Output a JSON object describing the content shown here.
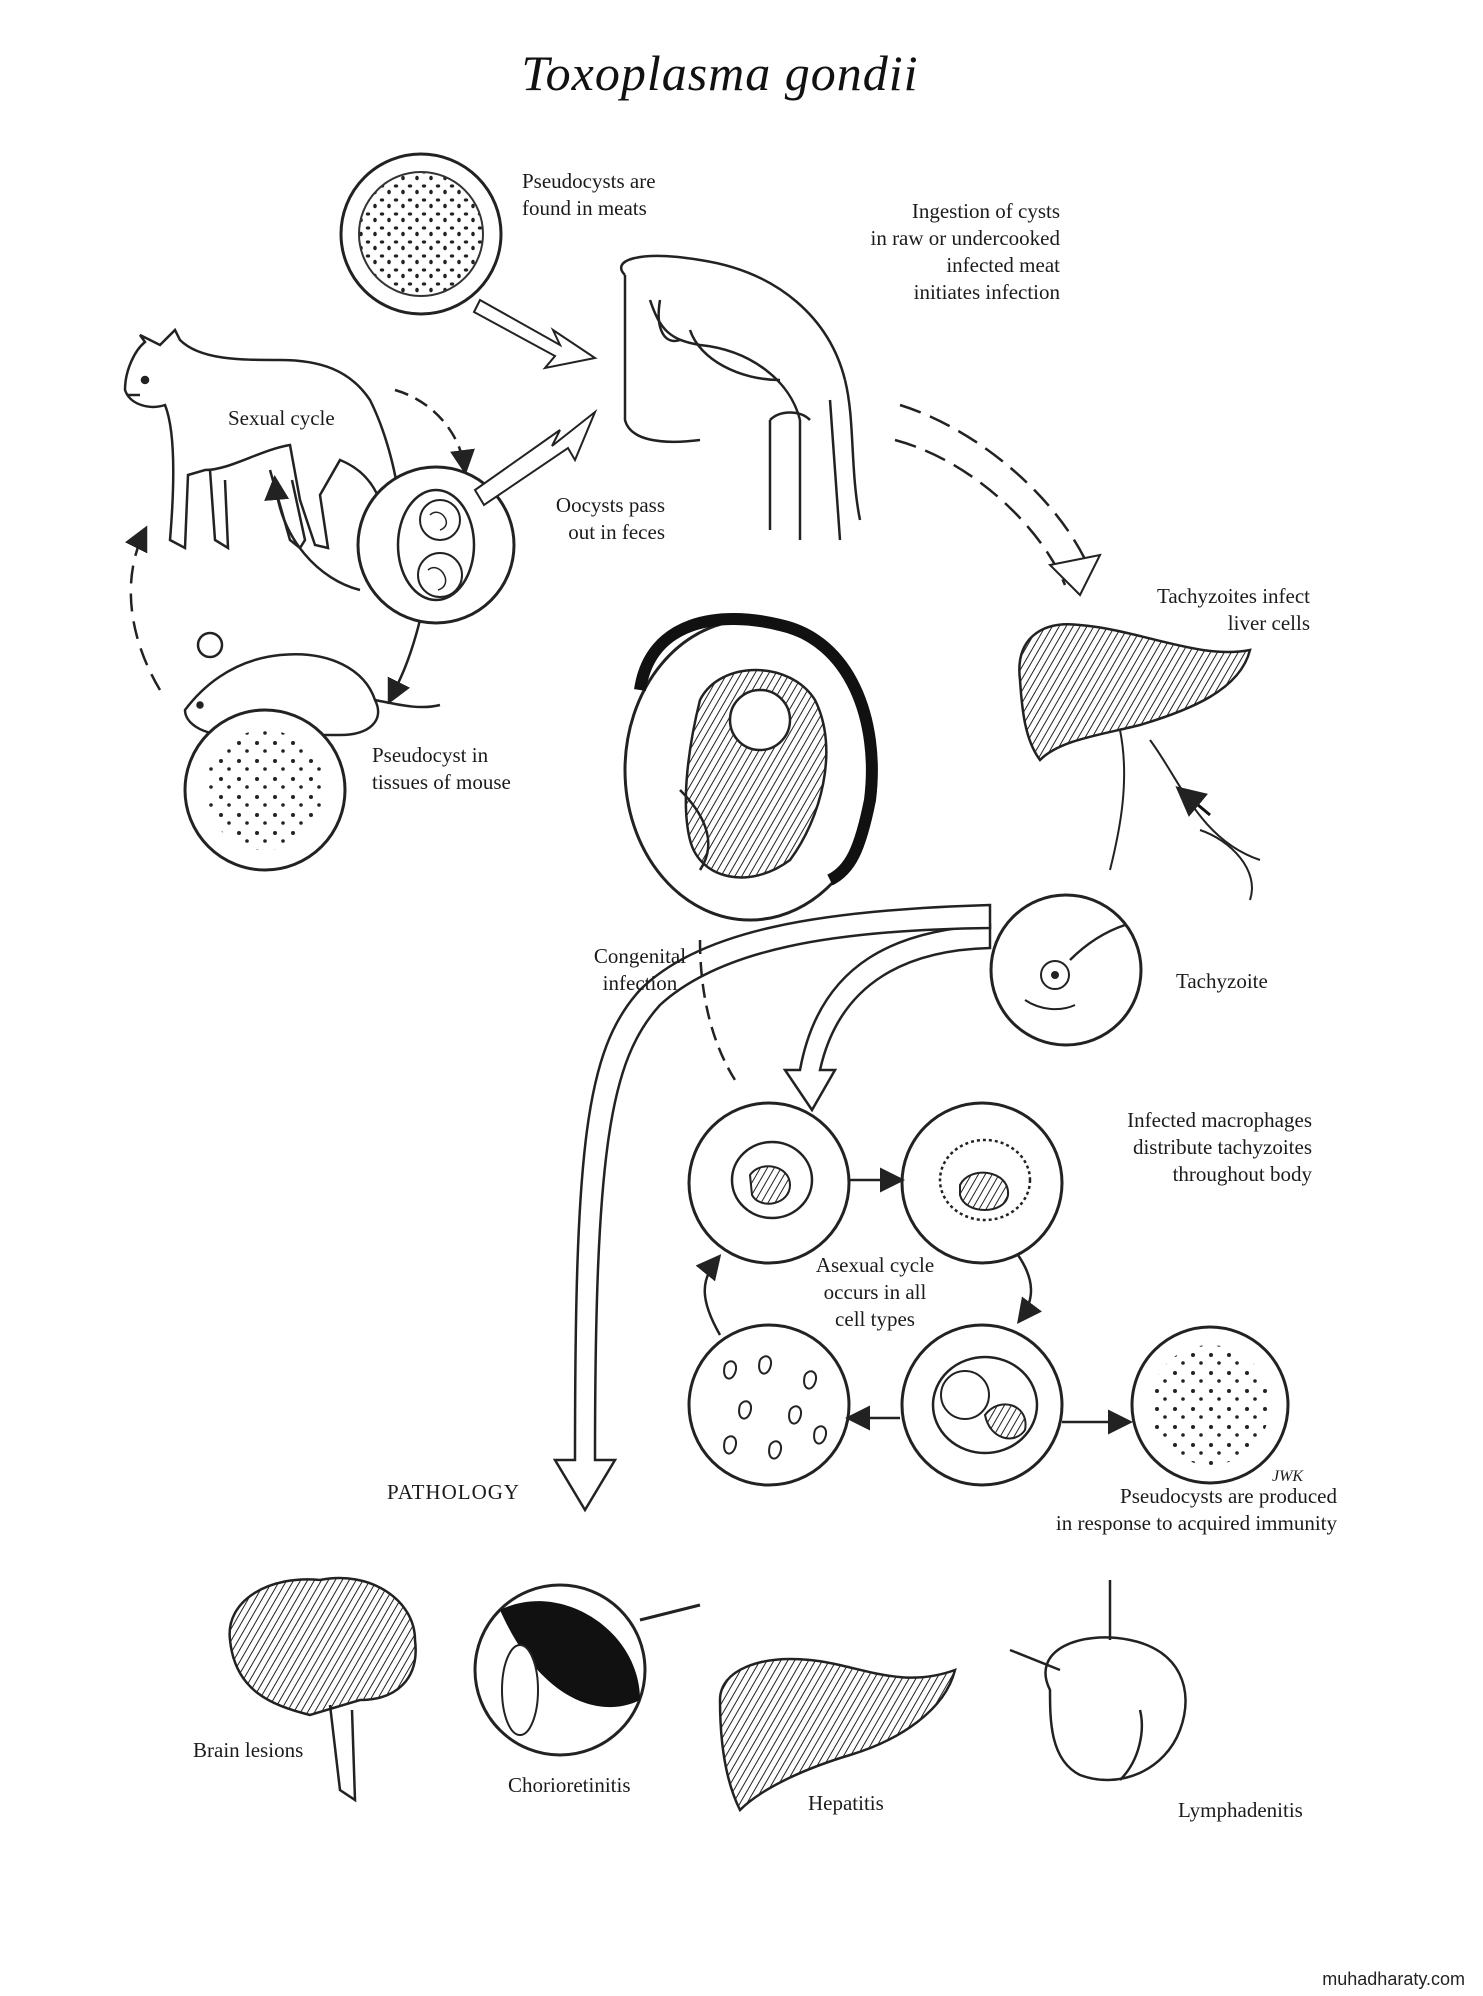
{
  "title": "Toxoplasma gondii",
  "labels": {
    "pseudocysts_meats": "Pseudocysts are\nfound in meats",
    "ingestion": "Ingestion of cysts\nin raw or undercooked\ninfected meat\ninitiates infection",
    "sexual_cycle": "Sexual cycle",
    "oocysts": "Oocysts pass\nout in feces",
    "pseudocyst_mouse": "Pseudocyst in\ntissues of mouse",
    "tachyzoites_liver": "Tachyzoites infect\nliver cells",
    "congenital": "Congenital\ninfection",
    "tachyzoite": "Tachyzoite",
    "macrophages": "Infected macrophages\ndistribute tachyzoites\nthroughout body",
    "asexual": "Asexual cycle\noccurs in all\ncell types",
    "pathology": "PATHOLOGY",
    "pseudocysts_immunity": "Pseudocysts are produced\nin response to acquired immunity",
    "brain": "Brain lesions",
    "chorio": "Chorioretinitis",
    "hepatitis": "Hepatitis",
    "lymph": "Lymphadenitis",
    "signature": "JWK"
  },
  "watermark": "muhadharaty.com"
}
